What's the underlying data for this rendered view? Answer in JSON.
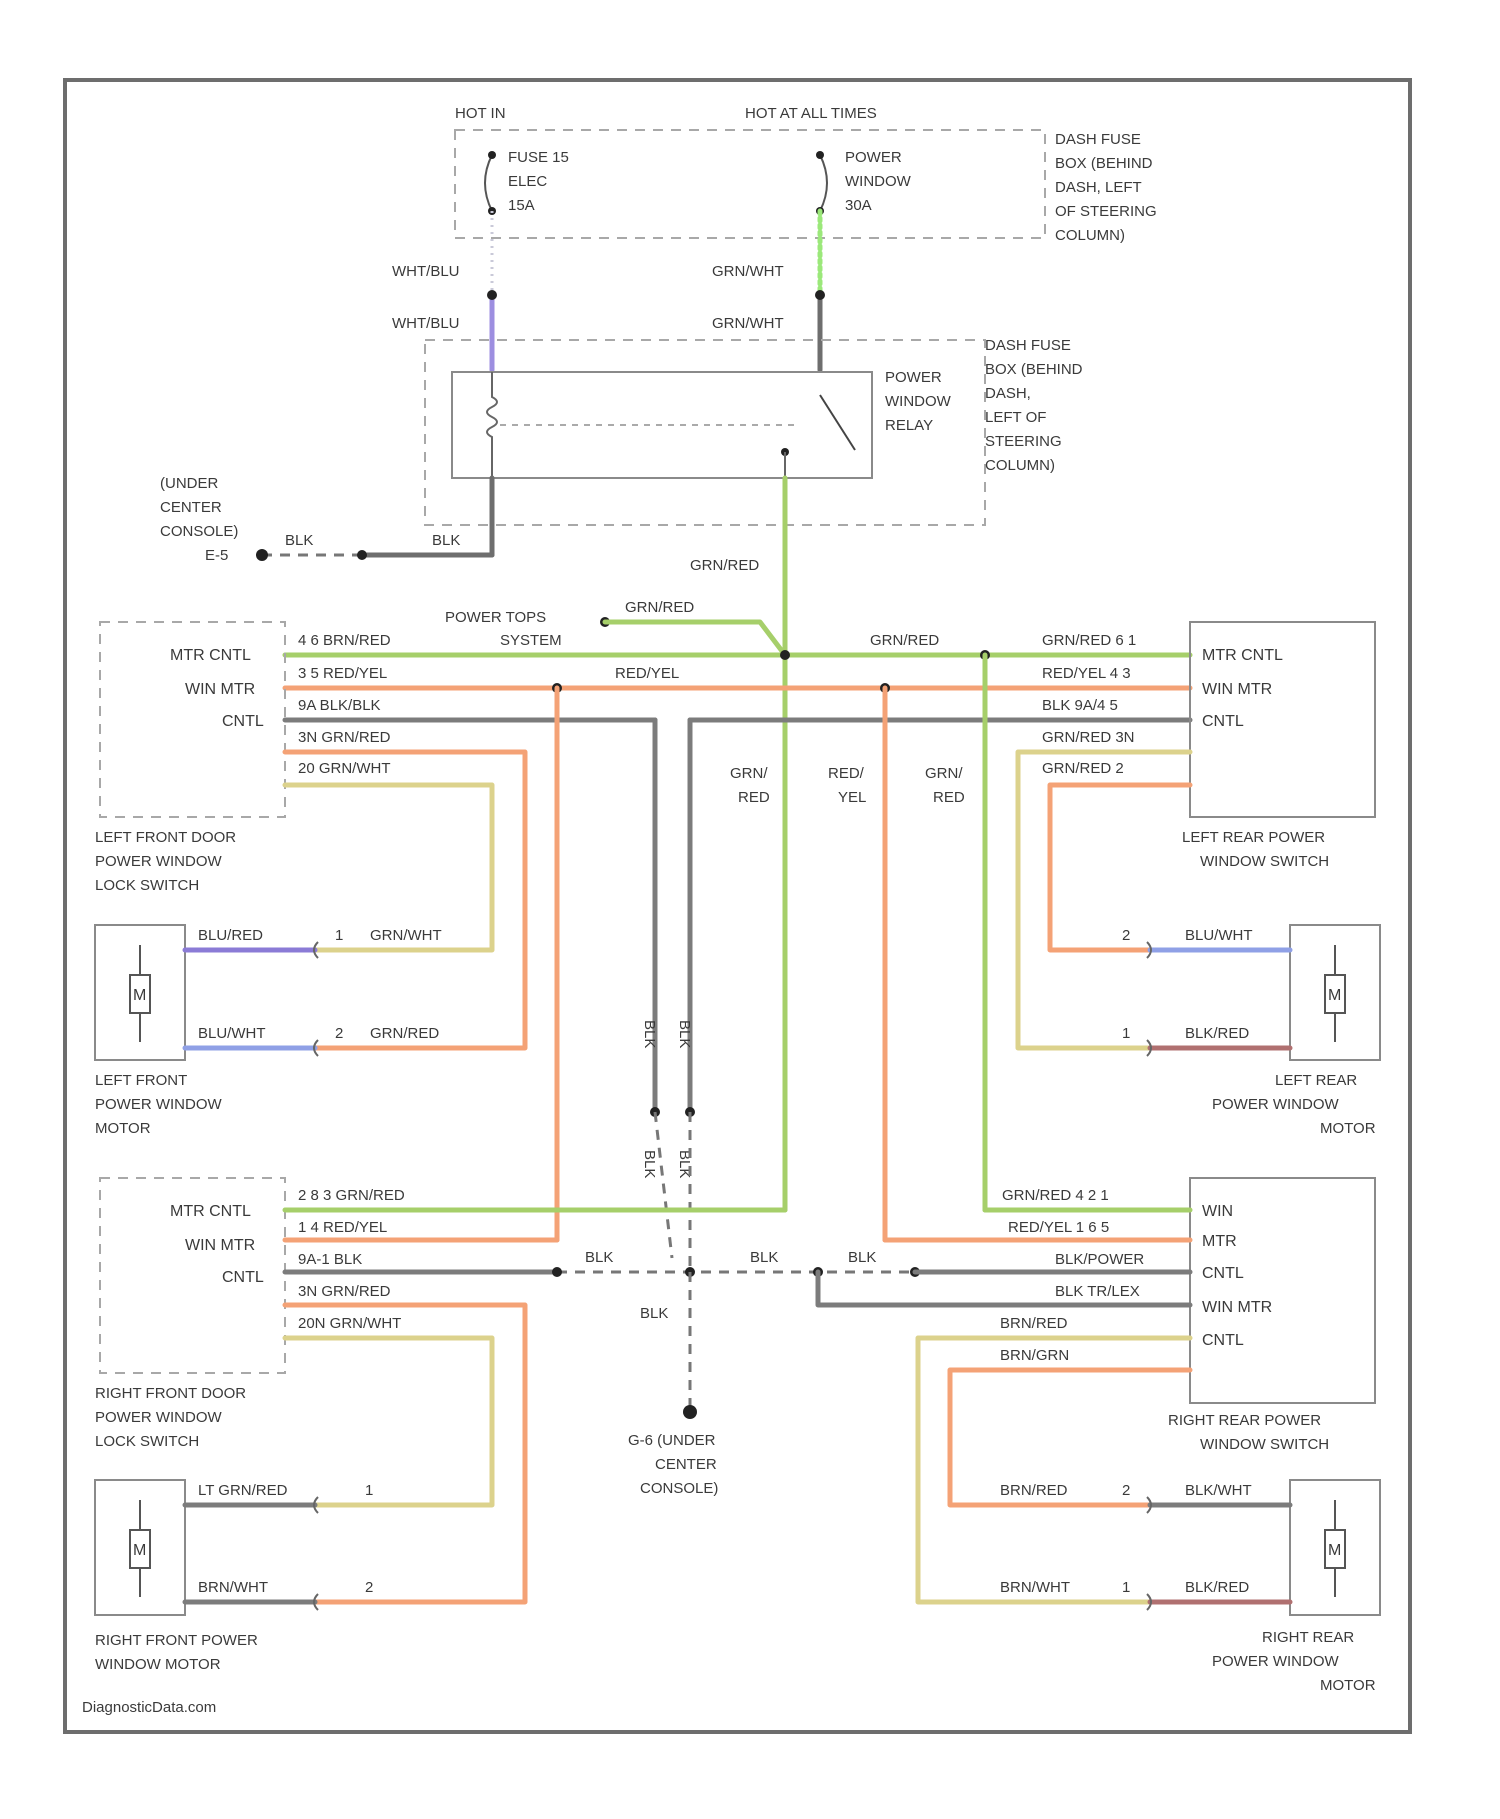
{
  "colors": {
    "green": "#a6cf6a",
    "orange": "#f4a276",
    "gray": "#7c7c7c",
    "yellow": "#dcd28c",
    "purple": "#8b7bd6",
    "blue": "#8fa0e6",
    "red": "#e07878",
    "lightgreen": "#9be87a",
    "black": "#555555"
  },
  "header": {
    "hot_in": "HOT IN",
    "hot_all": "HOT AT ALL TIMES"
  },
  "fuse15": [
    "FUSE 15",
    "ELEC",
    "15A"
  ],
  "pw_fuse": [
    "POWER",
    "WINDOW",
    "30A"
  ],
  "dash_fuse_box": [
    "DASH FUSE",
    "BOX (BEHIND",
    "DASH, LEFT",
    "OF STEERING",
    "COLUMN)"
  ],
  "relay_box_label": [
    "DASH FUSE",
    "BOX (BEHIND",
    "DASH,",
    "LEFT OF",
    "STEERING",
    "COLUMN)"
  ],
  "relay_label": [
    "POWER",
    "WINDOW",
    "RELAY"
  ],
  "ground_top": [
    "(UNDER",
    "CENTER",
    "CONSOLE)",
    "E-5"
  ],
  "ground_bottom": [
    "G-6 (UNDER",
    "CENTER",
    "CONSOLE)"
  ],
  "power_tops": [
    "POWER TOPS",
    "SYSTEM"
  ],
  "wires": {
    "wht_blu": "WHT/BLU",
    "grn_wht": "GRN/WHT",
    "blk": "BLK",
    "grn_red": "GRN/RED",
    "red_yel": "RED/YEL",
    "grn_red_split": [
      "GRN/",
      "RED"
    ],
    "red_yel_split": [
      "RED/",
      "YEL"
    ],
    "blu_red": "BLU/RED",
    "blu_wht": "BLU/WHT",
    "blk_red": "BLK/RED",
    "brn_wht": "BRN/WHT",
    "brn_red": "BRN/RED"
  },
  "lf_switch": {
    "pins": [
      "MTR CNTL",
      "WIN MTR",
      "CNTL"
    ],
    "wire_labels": [
      "4 6 BRN/RED",
      "3 5 RED/YEL",
      "9A BLK/BLK",
      "3N GRN/RED",
      "20 GRN/WHT"
    ],
    "name": [
      "LEFT FRONT DOOR",
      "POWER WINDOW",
      "LOCK SWITCH"
    ]
  },
  "lf_motor": {
    "name": [
      "LEFT FRONT",
      "POWER WINDOW",
      "MOTOR"
    ],
    "wires": [
      "BLU/RED",
      "BLU/WHT"
    ],
    "pins": [
      "1",
      "2"
    ],
    "m": "M"
  },
  "lr_switch": {
    "pins": [
      "MTR CNTL",
      "WIN MTR",
      "CNTL"
    ],
    "wire_labels": [
      "GRN/RED 6 1",
      "RED/YEL 4 3",
      "BLK 9A/4 5",
      "GRN/RED 3N",
      "GRN/RED 2"
    ],
    "name": [
      "LEFT REAR POWER",
      "WINDOW SWITCH"
    ]
  },
  "lr_motor": {
    "name": [
      "LEFT REAR",
      "POWER WINDOW",
      "MOTOR"
    ],
    "wires": [
      "BLU/WHT",
      "BLK/RED"
    ],
    "pins": [
      "2",
      "1"
    ],
    "m": "M"
  },
  "rf_switch": {
    "pins": [
      "MTR CNTL",
      "WIN MTR",
      "CNTL"
    ],
    "wire_labels": [
      "2 8 3 GRN/RED",
      "1 4 RED/YEL",
      "9A-1 BLK",
      "3N GRN/RED",
      "20N GRN/WHT"
    ],
    "name": [
      "RIGHT FRONT DOOR",
      "POWER WINDOW",
      "LOCK SWITCH"
    ]
  },
  "rf_motor": {
    "name": [
      "RIGHT FRONT POWER",
      "WINDOW MOTOR"
    ],
    "wires": [
      "LT GRN/RED",
      "BRN/WHT"
    ],
    "pins": [
      "1",
      "2"
    ],
    "m": "M"
  },
  "rr_switch": {
    "pins": [
      "WIN",
      "MTR",
      "CNTL",
      "WIN MTR",
      "CNTL"
    ],
    "wire_labels": [
      "GRN/RED 4 2 1",
      "RED/YEL 1 6 5",
      "BLK/POWER",
      "BLK TR/LEX",
      "BRN/RED",
      "BRN/GRN"
    ],
    "name": [
      "RIGHT REAR POWER",
      "WINDOW SWITCH"
    ]
  },
  "rr_motor": {
    "name": [
      "RIGHT REAR",
      "POWER WINDOW",
      "MOTOR"
    ],
    "wires": [
      "BLK/WHT",
      "BLK/RED"
    ],
    "pins": [
      "2",
      "1"
    ],
    "left_wires": [
      "BRN/RED",
      "BRN/WHT"
    ],
    "m": "M"
  },
  "footer": "DiagnosticData.com"
}
